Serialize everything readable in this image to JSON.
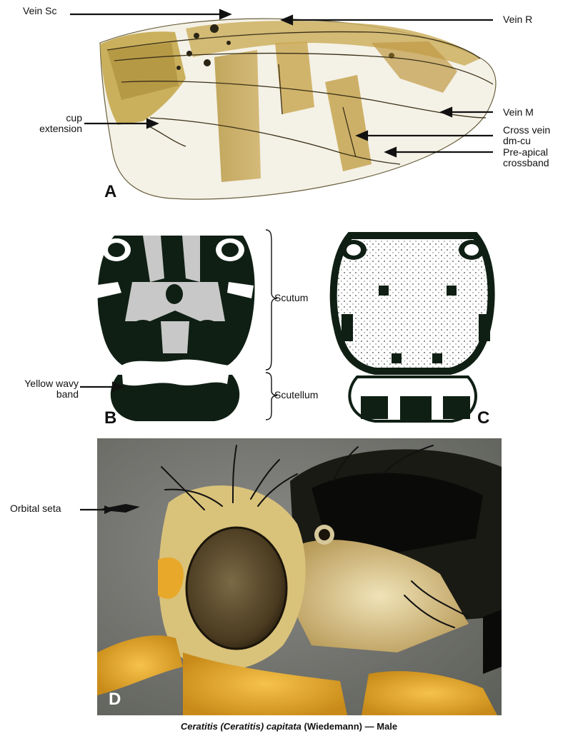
{
  "panel_a": {
    "letter": "A",
    "labels": {
      "vein_sc": "Vein Sc",
      "vein_r": "Vein R",
      "cup_extension_line1": "cup",
      "cup_extension_line2": "extension",
      "vein_m": "Vein M",
      "cross_vein_line1": "Cross vein",
      "cross_vein_line2": "dm-cu",
      "pre_apical_line1": "Pre-apical",
      "pre_apical_line2": "crossband"
    }
  },
  "panel_b": {
    "letter": "B",
    "labels": {
      "scutum": "Scutum",
      "scutellum": "Scutellum",
      "yellow_wavy_line1": "Yellow wavy",
      "yellow_wavy_line2": "band"
    }
  },
  "panel_c": {
    "letter": "C"
  },
  "panel_d": {
    "letter": "D",
    "labels": {
      "orbital_seta": "Orbital seta"
    }
  },
  "caption": {
    "species_part1": "Ceratitis (Ceratitis) capitata",
    "author": " (Wiedemann) — Male"
  }
}
